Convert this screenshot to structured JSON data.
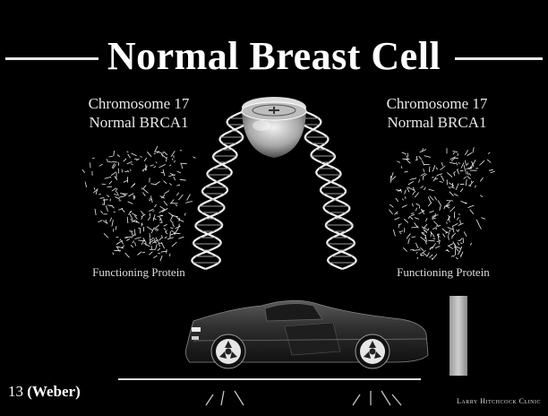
{
  "slide": {
    "title": "Normal Breast Cell",
    "left": {
      "line1": "Chromosome 17",
      "line2": "Normal BRCA1",
      "protein_label": "Functioning Protein"
    },
    "right": {
      "line1": "Chromosome 17",
      "line2": "Normal BRCA1",
      "protein_label": "Functioning Protein"
    },
    "footer": {
      "number": "13",
      "author": "(Weber)",
      "credit": "Larry Hitchcock Clinic"
    }
  },
  "colors": {
    "background": "#000000",
    "text": "#ffffff",
    "car": "#2e2e2e",
    "wall": "#bdbdbd"
  }
}
